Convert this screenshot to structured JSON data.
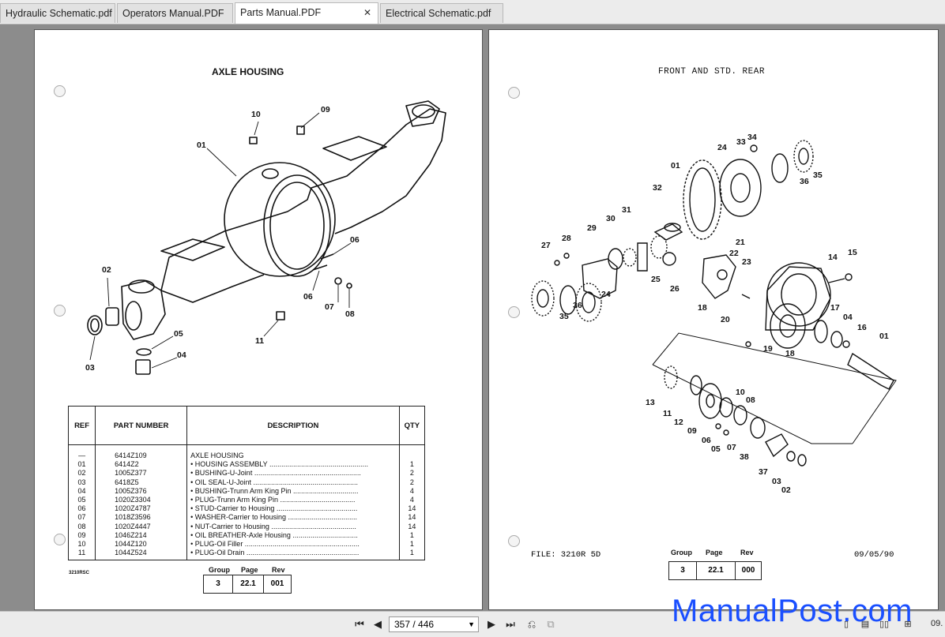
{
  "tabs": [
    {
      "label": "Hydraulic Schematic.pdf"
    },
    {
      "label": "Operators Manual.PDF"
    },
    {
      "label": "Parts Manual.PDF"
    },
    {
      "label": "Electrical Schematic.pdf"
    }
  ],
  "tab_close": "✕",
  "left_page": {
    "title": "AXLE HOUSING",
    "callouts": [
      "10",
      "09",
      "01",
      "02",
      "06",
      "06",
      "07",
      "08",
      "11",
      "05",
      "04",
      "03"
    ],
    "table": {
      "headers": {
        "ref": "REF",
        "part": "PART NUMBER",
        "desc": "DESCRIPTION",
        "qty": "QTY"
      },
      "rows": [
        {
          "ref": "—",
          "part": "6414Z109",
          "desc": "AXLE HOUSING",
          "qty": ""
        },
        {
          "ref": "01",
          "part": "6414Z2",
          "desc": "• HOUSING ASSEMBLY ..................................................",
          "qty": "1"
        },
        {
          "ref": "02",
          "part": "1005Z377",
          "desc": "• BUSHING-U-Joint ......................................................",
          "qty": "2"
        },
        {
          "ref": "03",
          "part": "6418Z5",
          "desc": "• OIL SEAL-U-Joint .....................................................",
          "qty": "2"
        },
        {
          "ref": "04",
          "part": "1005Z376",
          "desc": "• BUSHING-Trunn Arm King Pin .................................",
          "qty": "4"
        },
        {
          "ref": "05",
          "part": "1020Z3304",
          "desc": "• PLUG-Trunn Arm King Pin ......................................",
          "qty": "4"
        },
        {
          "ref": "06",
          "part": "1020Z4787",
          "desc": "• STUD-Carrier to Housing .........................................",
          "qty": "14"
        },
        {
          "ref": "07",
          "part": "1018Z3596",
          "desc": "• WASHER-Carrier to Housing ...................................",
          "qty": "14"
        },
        {
          "ref": "08",
          "part": "1020Z4447",
          "desc": "• NUT-Carrier to Housing ...........................................",
          "qty": "14"
        },
        {
          "ref": "09",
          "part": "1046Z214",
          "desc": "• OIL BREATHER-Axle Housing .................................",
          "qty": "1"
        },
        {
          "ref": "10",
          "part": "1044Z120",
          "desc": "• PLUG-Oil Filler ..........................................................",
          "qty": "1"
        },
        {
          "ref": "11",
          "part": "1044Z524",
          "desc": "• PLUG-Oil Drain .........................................................",
          "qty": "1"
        }
      ]
    },
    "doc_code": "3210RSC",
    "group_labels": {
      "group": "Group",
      "page": "Page",
      "rev": "Rev"
    },
    "group_values": {
      "group": "3",
      "page": "22.1",
      "rev": "001"
    }
  },
  "right_page": {
    "title": "FRONT AND STD. REAR",
    "callouts": [
      "34",
      "33",
      "24",
      "01",
      "35",
      "36",
      "32",
      "31",
      "30",
      "29",
      "28",
      "27",
      "21",
      "22",
      "23",
      "14",
      "15",
      "25",
      "26",
      "24",
      "36",
      "35",
      "18",
      "20",
      "17",
      "04",
      "16",
      "19",
      "18",
      "01",
      "13",
      "10",
      "08",
      "11",
      "12",
      "09",
      "06",
      "05",
      "07",
      "38",
      "37",
      "03",
      "02"
    ],
    "file_label": "FILE: 3210R 5D",
    "date": "09/05/90",
    "group_labels": {
      "group": "Group",
      "page": "Page",
      "rev": "Rev"
    },
    "group_values": {
      "group": "3",
      "page": "22.1",
      "rev": "000"
    }
  },
  "toolbar": {
    "page_indicator": "357 / 446",
    "zoom_partial": "09."
  },
  "watermark": "ManualPost.com"
}
